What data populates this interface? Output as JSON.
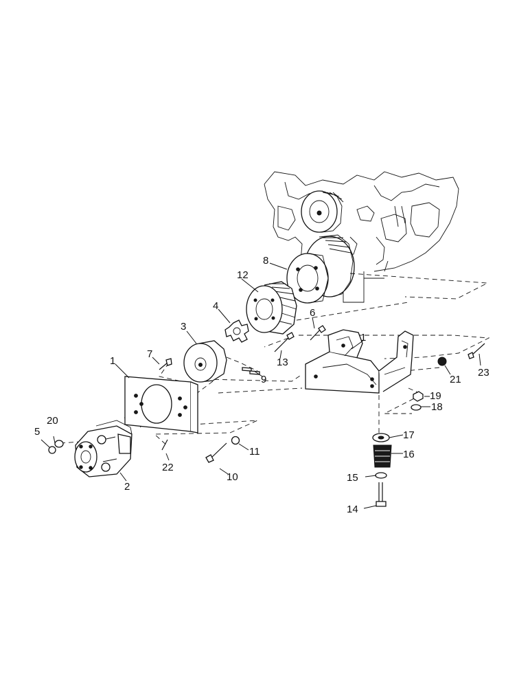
{
  "callouts": {
    "c1a": "1",
    "c1b": "1",
    "c2": "2",
    "c3": "3",
    "c4": "4",
    "c5": "5",
    "c6": "6",
    "c7": "7",
    "c8": "8",
    "c9": "9",
    "c10": "10",
    "c11": "11",
    "c12": "12",
    "c13": "13",
    "c14": "14",
    "c15": "15",
    "c16": "16",
    "c17": "17",
    "c18": "18",
    "c19": "19",
    "c20": "20",
    "c21": "21",
    "c22": "22",
    "c23": "23"
  },
  "colors": {
    "ink": "#111111",
    "paper": "#ffffff"
  }
}
